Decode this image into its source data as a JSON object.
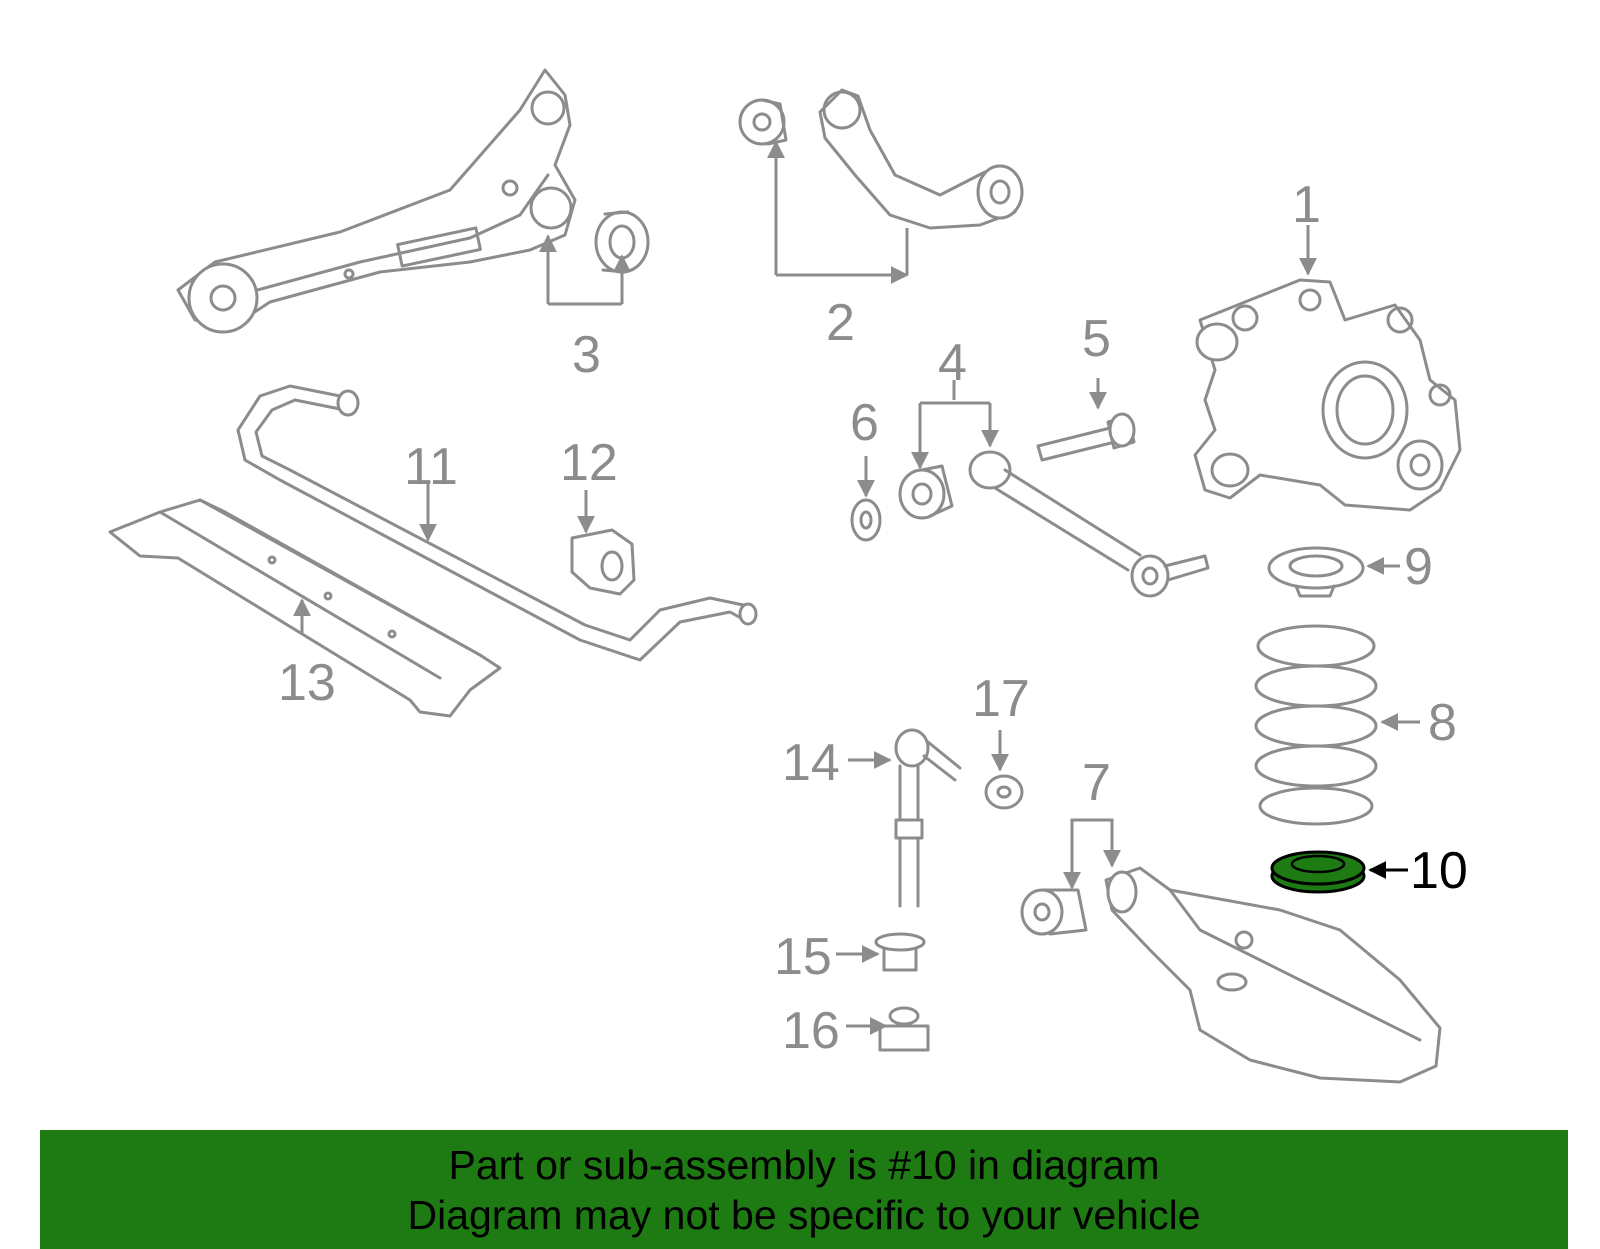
{
  "diagram": {
    "callouts": [
      {
        "id": "1",
        "label": "1"
      },
      {
        "id": "2",
        "label": "2"
      },
      {
        "id": "3",
        "label": "3"
      },
      {
        "id": "4",
        "label": "4"
      },
      {
        "id": "5",
        "label": "5"
      },
      {
        "id": "6",
        "label": "6"
      },
      {
        "id": "7",
        "label": "7"
      },
      {
        "id": "8",
        "label": "8"
      },
      {
        "id": "9",
        "label": "9"
      },
      {
        "id": "10",
        "label": "10"
      },
      {
        "id": "11",
        "label": "11"
      },
      {
        "id": "12",
        "label": "12"
      },
      {
        "id": "13",
        "label": "13"
      },
      {
        "id": "14",
        "label": "14"
      },
      {
        "id": "15",
        "label": "15"
      },
      {
        "id": "16",
        "label": "16"
      },
      {
        "id": "17",
        "label": "17"
      }
    ],
    "highlighted_part": "10",
    "colors": {
      "part_line": "#8c8c8c",
      "highlight_fill": "#1e7a12",
      "banner_bg": "#1e7a12",
      "banner_text": "#000000"
    }
  },
  "banner": {
    "line1": "Part or sub-assembly is #10 in diagram",
    "line2": "Diagram may not be specific to your vehicle"
  }
}
